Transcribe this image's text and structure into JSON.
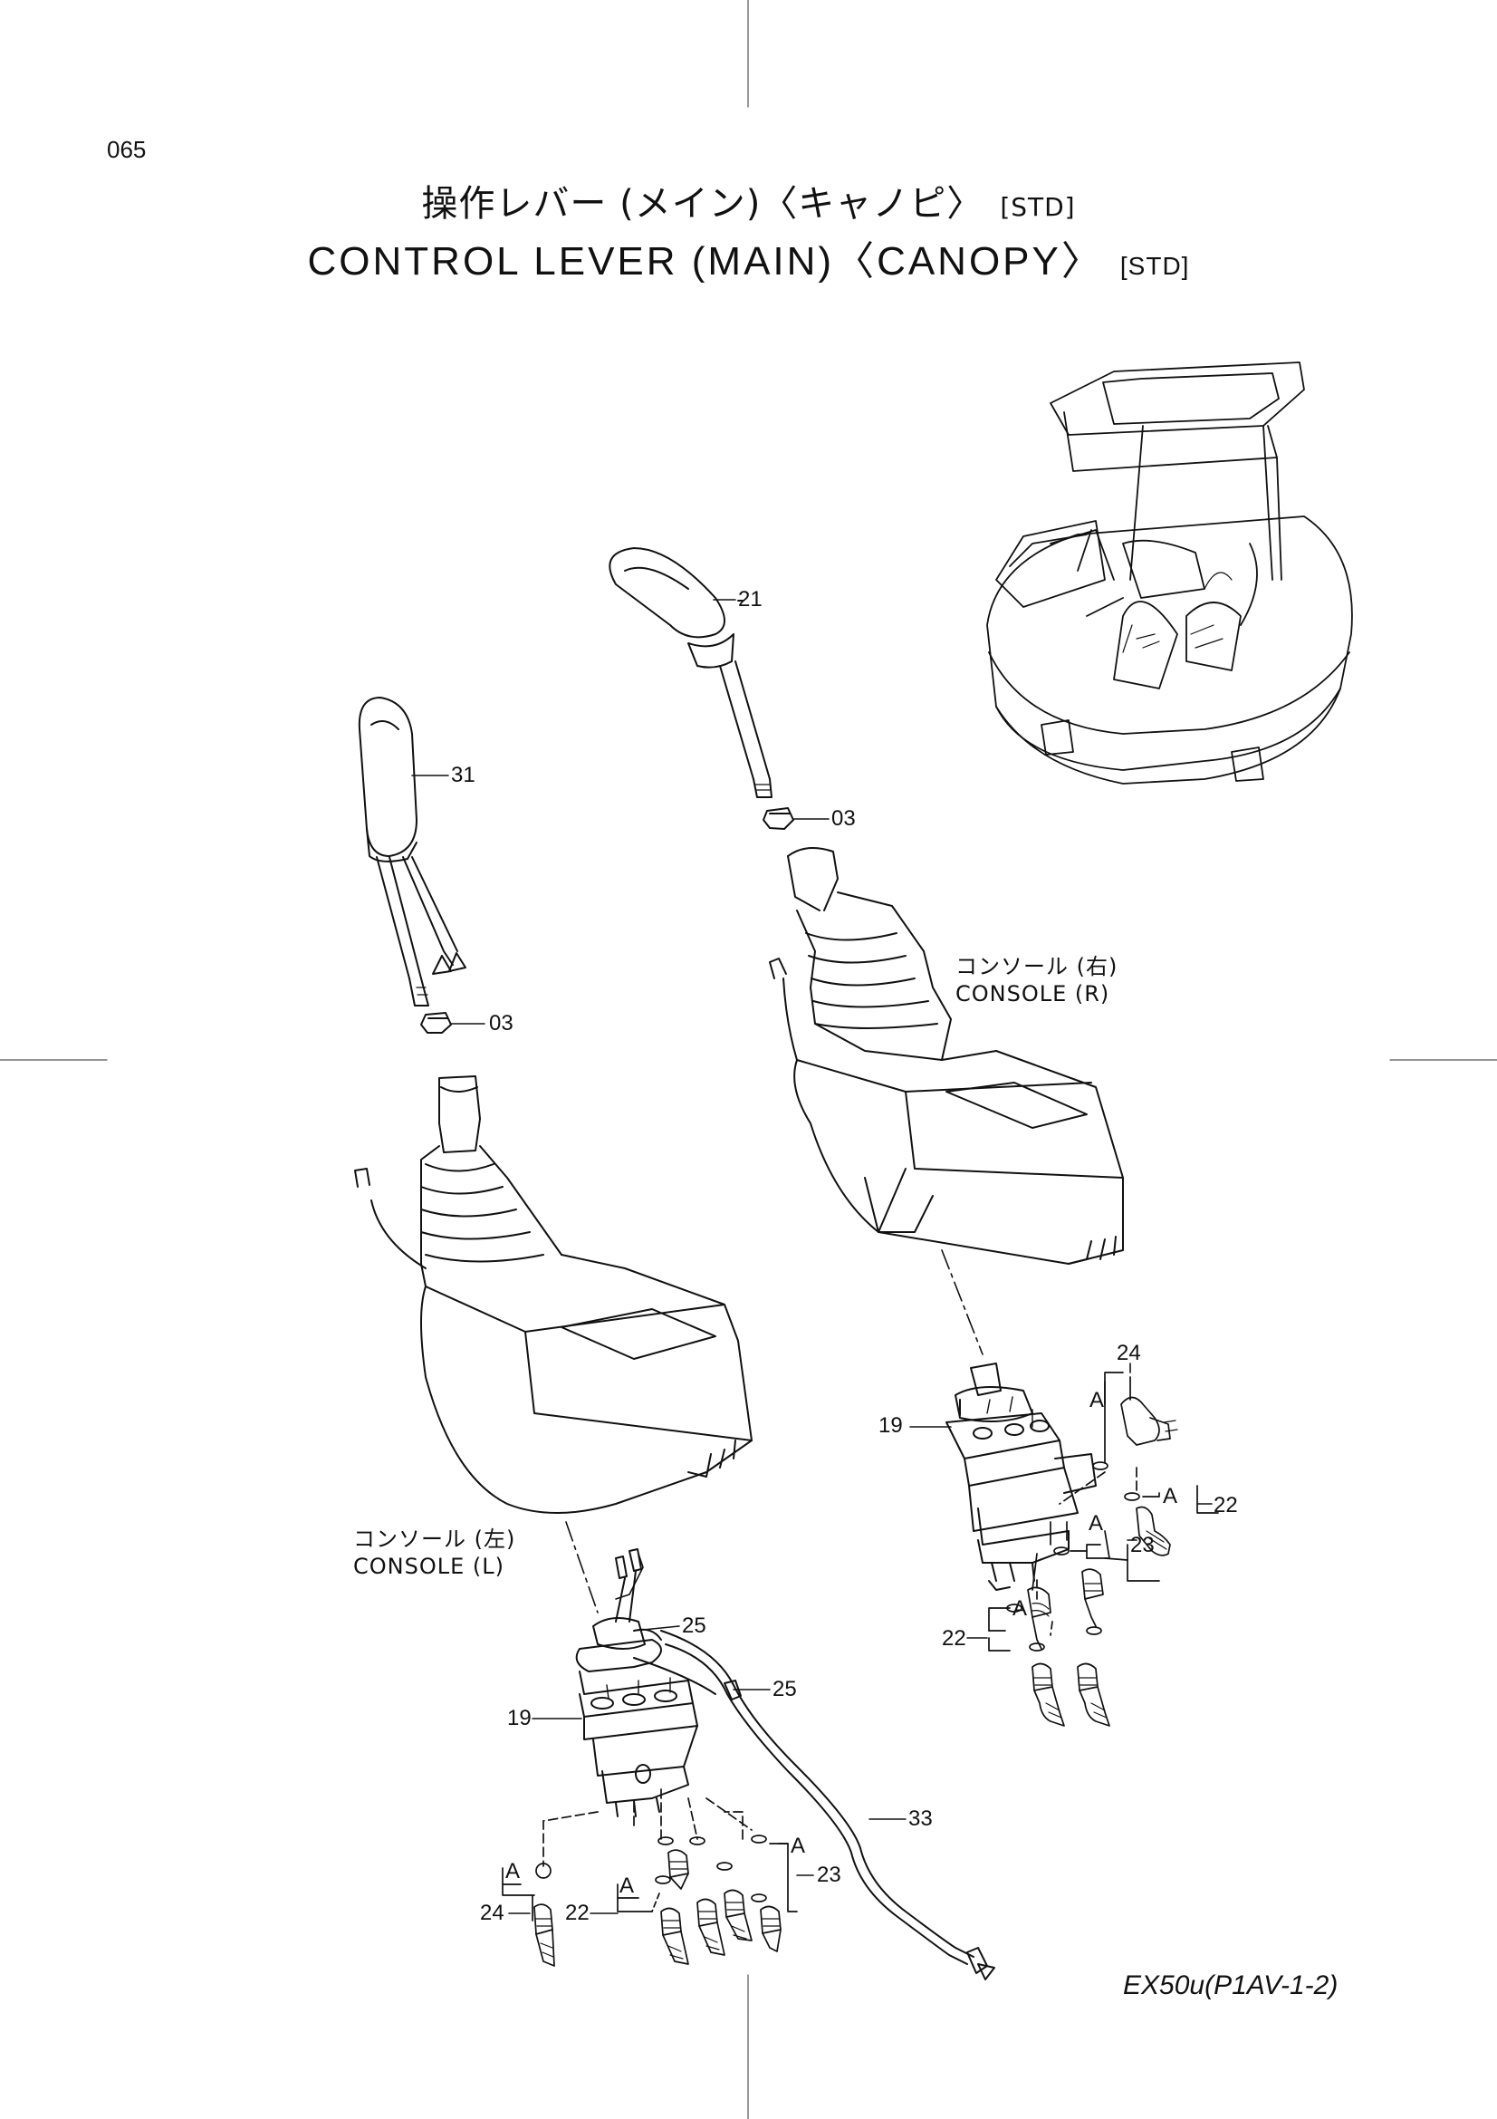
{
  "page_number": "065",
  "title": {
    "jp_main": "操作レバー (メイン)〈キャノピ〉",
    "jp_std": "[STD]",
    "en_main": "CONTROL  LEVER  (MAIN)〈CANOPY〉",
    "en_std": "[STD]"
  },
  "callouts": {
    "c21": "21",
    "c31": "31",
    "c03a": "03",
    "c03b": "03",
    "c24r": "24",
    "c19r": "19",
    "c22r_top": "22",
    "c23r": "23",
    "c22r_bottom": "22",
    "c25a": "25",
    "c25b": "25",
    "c19l": "19",
    "c33": "33",
    "c23l": "23",
    "c24l": "24",
    "c22l": "22",
    "a_r1": "A",
    "a_r2": "A",
    "a_r3": "A",
    "a_r4": "A",
    "a_l1": "A",
    "a_l2": "A",
    "a_l3": "A"
  },
  "consoles": {
    "right_jp": "コンソール (右)",
    "right_en": "CONSOLE (R)",
    "left_jp": "コンソール (左)",
    "left_en": "CONSOLE (L)"
  },
  "model_code": "EX50u(P1AV-1-2)"
}
